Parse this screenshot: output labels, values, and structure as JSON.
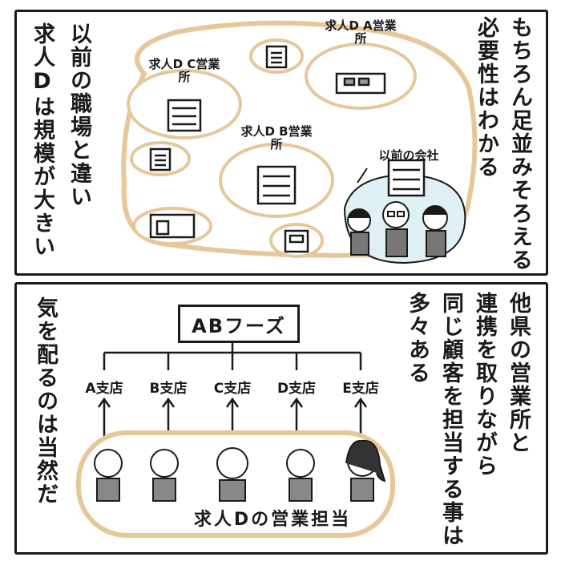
{
  "panel1": {
    "left_caption": "求人Dは規模が大きい",
    "middle_caption": "以前の職場と違い",
    "right_caption_1": "もちろん足並みそろえる",
    "right_caption_2": "必要性はわかる",
    "office_a": "求人D A営業所",
    "office_b": "求人D B営業所",
    "office_c": "求人D C営業所",
    "former_company": "以前の会社"
  },
  "panel2": {
    "left_caption": "気を配るのは当然だ",
    "right_caption_1": "他県の営業所と",
    "right_caption_2": "連携を取りながら",
    "right_caption_3": "同じ顧客を担当する事は",
    "right_caption_4": "多々ある",
    "company_name": "ABフーズ",
    "branches": [
      "A支店",
      "B支店",
      "C支店",
      "D支店",
      "E支店"
    ],
    "staff_caption": "求人Dの営業担当"
  }
}
